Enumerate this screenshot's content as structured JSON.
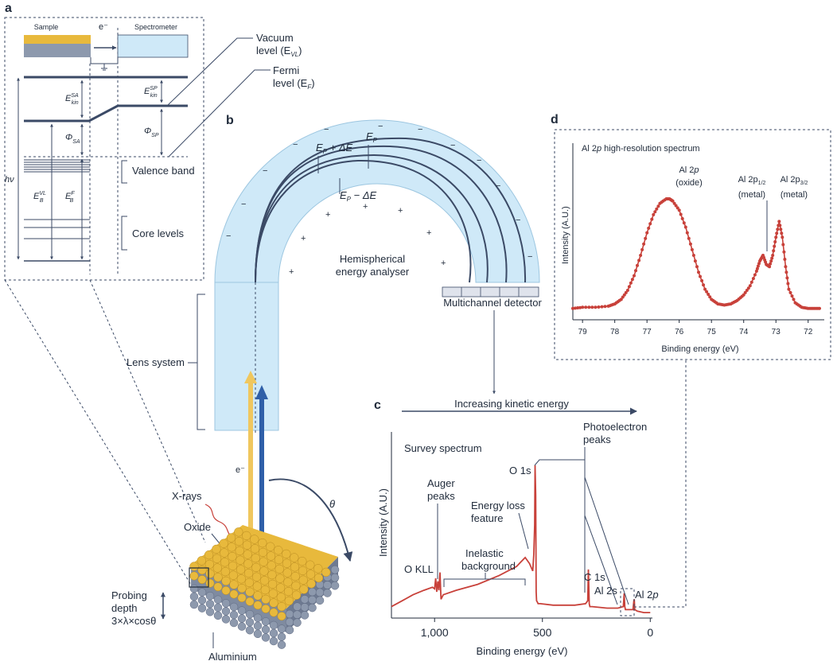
{
  "panels": {
    "a": "a",
    "b": "b",
    "c": "c",
    "d": "d"
  },
  "panel_a": {
    "sample": "Sample",
    "electron": "e⁻",
    "spectrometer": "Spectrometer",
    "vacuum_level": "Vacuum",
    "vacuum_level2": "level (E",
    "vacuum_sub": "VL",
    "fermi_level": "Fermi",
    "fermi_level2": "level (E",
    "fermi_sub": "F",
    "e_kin_sa": "E",
    "e_kin_sa_sup": "SA",
    "e_kin_sa_sub": "kin",
    "e_kin_sp": "E",
    "e_kin_sp_sup": "SP",
    "e_kin_sp_sub": "kin",
    "phi_sa": "Φ",
    "phi_sa_sub": "SA",
    "phi_sp": "Φ",
    "phi_sp_sub": "SP",
    "hv": "hν",
    "eb_vl": "E",
    "eb_vl_sub": "B",
    "eb_vl_sup": "VL",
    "eb_f": "E",
    "eb_f_sub": "B",
    "eb_f_sup": "F",
    "valence_band": "Valence band",
    "core_levels": "Core levels"
  },
  "panel_b": {
    "ep_plus": "E",
    "ep_plus_sub": "P",
    "ep_plus_rest": " + ΔE",
    "ep": "E",
    "ep_sub": "P",
    "ep_minus": "E",
    "ep_minus_sub": "P",
    "ep_minus_rest": " − ΔE",
    "analyser": "Hemispherical",
    "analyser2": "energy analyser",
    "detector": "Multichannel detector",
    "lens": "Lens system",
    "electron": "e⁻",
    "xrays": "X-rays",
    "oxide": "Oxide",
    "theta": "θ",
    "probing": "Probing",
    "depth": "depth",
    "depth_formula": "3×λ×cosθ",
    "aluminium": "Aluminium",
    "minus_sign": "−",
    "plus_sign": "+"
  },
  "panel_c": {
    "arrow_label": "Increasing kinetic energy",
    "title": "Survey spectrum",
    "ylabel": "Intensity (A.U.)",
    "xlabel": "Binding energy (eV)",
    "photoelectron": "Photoelectron",
    "peaks": "peaks",
    "o1s": "O 1s",
    "auger": "Auger",
    "auger2": "peaks",
    "energy_loss": "Energy loss",
    "feature": "feature",
    "okll": "O KLL",
    "inelastic": "Inelastic",
    "background": "background",
    "c1s": "C 1s",
    "al2s": "Al 2s",
    "al2p": "Al 2",
    "al2p_italic": "p"
  },
  "panel_d": {
    "title_pre": "Al 2",
    "title_p": "p",
    "title_post": " high-resolution spectrum",
    "ylabel": "Intensity (A.U.)",
    "xlabel": "Binding energy (eV)",
    "oxide1_pre": "Al 2",
    "oxide1_p": "p",
    "oxide2": "(oxide)",
    "m12_pre": "Al 2p",
    "m12_sub": "1/2",
    "m12_2": "(metal)",
    "m32_pre": "Al 2p",
    "m32_sub": "3/2",
    "m32_2": "(metal)"
  },
  "colors": {
    "navy": "#3b4a66",
    "analyser_fill": "#cfe9f8",
    "spectrum_red": "#c8413a",
    "gold": "#e8b93c",
    "steel": "#8d99ad",
    "xray_arrow": "#f0c75e",
    "beam_arrow": "#2f5fa8"
  },
  "chart_data": [
    {
      "type": "line",
      "title": "Survey spectrum",
      "xlabel": "Binding energy (eV)",
      "ylabel": "Intensity (A.U.)",
      "x_reversed": true,
      "xlim": [
        1200,
        -10
      ],
      "x_ticks": [
        1000,
        500,
        0
      ],
      "x_tick_labels": [
        "1,000",
        "500",
        "0"
      ],
      "series": [
        {
          "x": [
            1200,
            1150,
            1100,
            1050,
            1010,
            1000,
            995,
            990,
            985,
            980,
            975,
            970,
            960,
            900,
            800,
            700,
            620,
            600,
            580,
            560,
            545,
            540,
            536,
            534,
            531,
            529,
            527,
            523,
            520,
            510,
            450,
            400,
            350,
            300,
            290,
            287,
            285,
            283,
            280,
            270,
            200,
            150,
            125,
            121,
            118,
            115,
            100,
            80,
            76,
            74,
            72,
            60,
            30,
            0
          ],
          "y": [
            0.05,
            0.09,
            0.13,
            0.16,
            0.18,
            0.17,
            0.24,
            0.15,
            0.22,
            0.16,
            0.28,
            0.1,
            0.13,
            0.16,
            0.2,
            0.26,
            0.32,
            0.35,
            0.38,
            0.34,
            0.29,
            0.4,
            0.6,
            1.0,
            0.8,
            0.15,
            0.09,
            0.08,
            0.07,
            0.07,
            0.06,
            0.06,
            0.06,
            0.07,
            0.09,
            0.3,
            0.2,
            0.07,
            0.05,
            0.05,
            0.04,
            0.04,
            0.05,
            0.14,
            0.05,
            0.03,
            0.03,
            0.03,
            0.09,
            0.1,
            0.03,
            0.02,
            0.01,
            0.01
          ]
        }
      ]
    },
    {
      "type": "line",
      "title": "Al 2p high-resolution spectrum",
      "xlabel": "Binding energy (eV)",
      "ylabel": "Intensity (A.U.)",
      "x_reversed": true,
      "xlim": [
        79.3,
        71.5
      ],
      "x_ticks": [
        79,
        78,
        77,
        76,
        75,
        74,
        73,
        72
      ],
      "series": [
        {
          "x": [
            79.3,
            79.0,
            78.6,
            78.2,
            78.0,
            77.8,
            77.6,
            77.4,
            77.2,
            77.0,
            76.8,
            76.6,
            76.4,
            76.3,
            76.2,
            76.0,
            75.8,
            75.6,
            75.4,
            75.2,
            75.0,
            74.8,
            74.6,
            74.4,
            74.2,
            74.0,
            73.8,
            73.6,
            73.5,
            73.4,
            73.3,
            73.2,
            73.1,
            73.0,
            72.9,
            72.8,
            72.7,
            72.6,
            72.4,
            72.2,
            72.0,
            71.8,
            71.6
          ],
          "y": [
            0.03,
            0.04,
            0.04,
            0.05,
            0.07,
            0.11,
            0.19,
            0.32,
            0.5,
            0.7,
            0.86,
            0.96,
            1.0,
            1.0,
            0.98,
            0.9,
            0.75,
            0.55,
            0.35,
            0.2,
            0.11,
            0.07,
            0.06,
            0.07,
            0.1,
            0.15,
            0.23,
            0.36,
            0.45,
            0.5,
            0.42,
            0.4,
            0.5,
            0.66,
            0.8,
            0.66,
            0.4,
            0.2,
            0.08,
            0.04,
            0.03,
            0.03,
            0.03
          ]
        }
      ]
    }
  ]
}
